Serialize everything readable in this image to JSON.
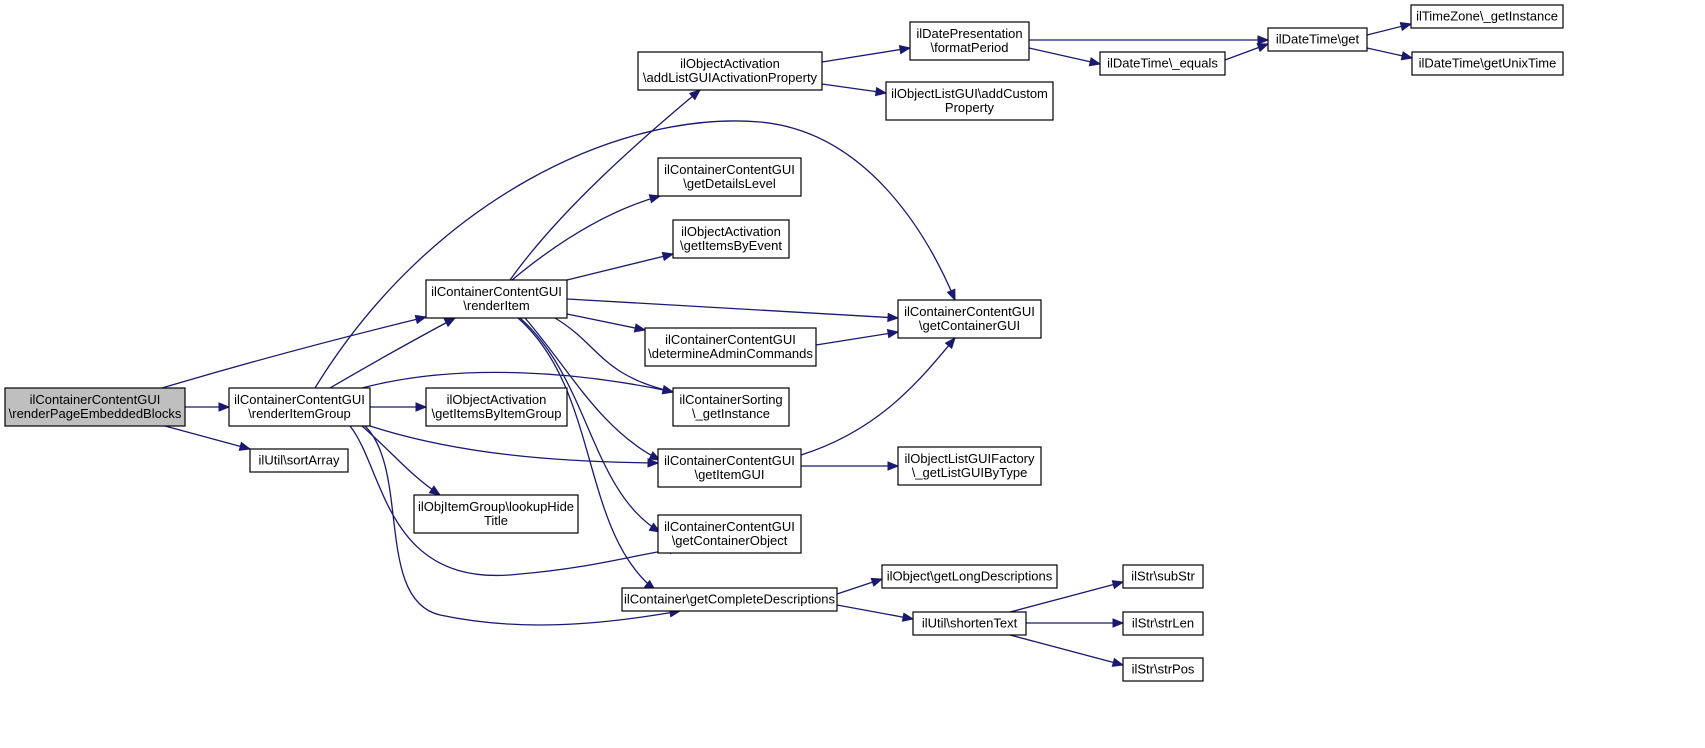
{
  "graph": {
    "colors": {
      "edge": "#191970",
      "node_fill": "#ffffff",
      "root_fill": "#bfbfbf",
      "node_stroke": "#000000"
    },
    "nodes": [
      {
        "id": "root",
        "lines": [
          "ilContainerContentGUI",
          "\\renderPageEmbeddedBlocks"
        ],
        "root": true
      },
      {
        "id": "renderItemGroup",
        "lines": [
          "ilContainerContentGUI",
          "\\renderItemGroup"
        ]
      },
      {
        "id": "sortArray",
        "lines": [
          "ilUtil\\sortArray"
        ]
      },
      {
        "id": "renderItem",
        "lines": [
          "ilContainerContentGUI",
          "\\renderItem"
        ]
      },
      {
        "id": "getItemsByItemGroup",
        "lines": [
          "ilObjectActivation",
          "\\getItemsByItemGroup"
        ]
      },
      {
        "id": "lookupHideTitle",
        "lines": [
          "ilObjItemGroup\\lookupHide",
          "Title"
        ]
      },
      {
        "id": "addListGUIActivationProperty",
        "lines": [
          "ilObjectActivation",
          "\\addListGUIActivationProperty"
        ]
      },
      {
        "id": "getDetailsLevel",
        "lines": [
          "ilContainerContentGUI",
          "\\getDetailsLevel"
        ]
      },
      {
        "id": "getItemsByEvent",
        "lines": [
          "ilObjectActivation",
          "\\getItemsByEvent"
        ]
      },
      {
        "id": "determineAdminCommands",
        "lines": [
          "ilContainerContentGUI",
          "\\determineAdminCommands"
        ]
      },
      {
        "id": "sortingGetInstance",
        "lines": [
          "ilContainerSorting",
          "\\_getInstance"
        ]
      },
      {
        "id": "getItemGUI",
        "lines": [
          "ilContainerContentGUI",
          "\\getItemGUI"
        ]
      },
      {
        "id": "getContainerObject",
        "lines": [
          "ilContainerContentGUI",
          "\\getContainerObject"
        ]
      },
      {
        "id": "getCompleteDescriptions",
        "lines": [
          "ilContainer\\getCompleteDescriptions"
        ]
      },
      {
        "id": "formatPeriod",
        "lines": [
          "ilDatePresentation",
          "\\formatPeriod"
        ]
      },
      {
        "id": "addCustomProperty",
        "lines": [
          "ilObjectListGUI\\addCustom",
          "Property"
        ]
      },
      {
        "id": "getContainerGUI",
        "lines": [
          "ilContainerContentGUI",
          "\\getContainerGUI"
        ]
      },
      {
        "id": "getListGUIByType",
        "lines": [
          "ilObjectListGUIFactory",
          "\\_getListGUIByType"
        ]
      },
      {
        "id": "getLongDescriptions",
        "lines": [
          "ilObject\\getLongDescriptions"
        ]
      },
      {
        "id": "shortenText",
        "lines": [
          "ilUtil\\shortenText"
        ]
      },
      {
        "id": "dtEquals",
        "lines": [
          "ilDateTime\\_equals"
        ]
      },
      {
        "id": "dtGet",
        "lines": [
          "ilDateTime\\get"
        ]
      },
      {
        "id": "tzGetInstance",
        "lines": [
          "ilTimeZone\\_getInstance"
        ]
      },
      {
        "id": "getUnixTime",
        "lines": [
          "ilDateTime\\getUnixTime"
        ]
      },
      {
        "id": "subStr",
        "lines": [
          "ilStr\\subStr"
        ]
      },
      {
        "id": "strLen",
        "lines": [
          "ilStr\\strLen"
        ]
      },
      {
        "id": "strPos",
        "lines": [
          "ilStr\\strPos"
        ]
      }
    ],
    "edges": [
      {
        "from": "root",
        "to": "renderItemGroup"
      },
      {
        "from": "root",
        "to": "sortArray"
      },
      {
        "from": "root",
        "to": "renderItem"
      },
      {
        "from": "root",
        "to": "getContainerGUI"
      },
      {
        "from": "renderItemGroup",
        "to": "renderItem"
      },
      {
        "from": "renderItemGroup",
        "to": "getItemsByItemGroup"
      },
      {
        "from": "renderItemGroup",
        "to": "sortingGetInstance"
      },
      {
        "from": "renderItemGroup",
        "to": "getItemGUI"
      },
      {
        "from": "renderItemGroup",
        "to": "lookupHideTitle"
      },
      {
        "from": "renderItemGroup",
        "to": "getContainerObject"
      },
      {
        "from": "renderItemGroup",
        "to": "getCompleteDescriptions"
      },
      {
        "from": "renderItem",
        "to": "addListGUIActivationProperty"
      },
      {
        "from": "renderItem",
        "to": "getDetailsLevel"
      },
      {
        "from": "renderItem",
        "to": "getItemsByEvent"
      },
      {
        "from": "renderItem",
        "to": "getContainerGUI"
      },
      {
        "from": "renderItem",
        "to": "determineAdminCommands"
      },
      {
        "from": "renderItem",
        "to": "sortingGetInstance"
      },
      {
        "from": "renderItem",
        "to": "getItemGUI"
      },
      {
        "from": "renderItem",
        "to": "getContainerObject"
      },
      {
        "from": "renderItem",
        "to": "getCompleteDescriptions"
      },
      {
        "from": "addListGUIActivationProperty",
        "to": "formatPeriod"
      },
      {
        "from": "addListGUIActivationProperty",
        "to": "addCustomProperty"
      },
      {
        "from": "formatPeriod",
        "to": "dtGet"
      },
      {
        "from": "formatPeriod",
        "to": "dtEquals"
      },
      {
        "from": "dtEquals",
        "to": "dtGet"
      },
      {
        "from": "dtGet",
        "to": "tzGetInstance"
      },
      {
        "from": "dtGet",
        "to": "getUnixTime"
      },
      {
        "from": "determineAdminCommands",
        "to": "getContainerGUI"
      },
      {
        "from": "getItemGUI",
        "to": "getContainerGUI"
      },
      {
        "from": "getItemGUI",
        "to": "getListGUIByType"
      },
      {
        "from": "getCompleteDescriptions",
        "to": "getLongDescriptions"
      },
      {
        "from": "getCompleteDescriptions",
        "to": "shortenText"
      },
      {
        "from": "shortenText",
        "to": "subStr"
      },
      {
        "from": "shortenText",
        "to": "strLen"
      },
      {
        "from": "shortenText",
        "to": "strPos"
      }
    ]
  }
}
